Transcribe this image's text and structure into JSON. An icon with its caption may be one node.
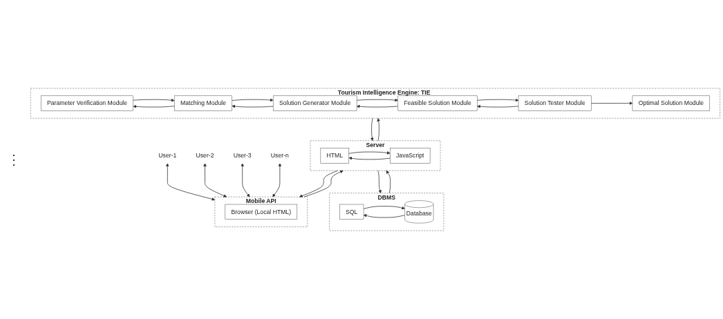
{
  "diagram": {
    "nodes": [
      {
        "text": [
          "User-1"
        ]
      },
      {
        "text": [
          "User-2"
        ]
      },
      {
        "text": [
          "User-3"
        ]
      },
      {
        "text": [
          "User-n"
        ]
      },
      {
        "text": [
          "Mobile API"
        ]
      },
      {
        "text": [
          "Browser (Local HTML)"
        ],
        "in": 4
      },
      {
        "text": [
          "Server"
        ]
      },
      {
        "text": [
          "HTML"
        ],
        "in": 6
      },
      {
        "text": [
          "JavaScript"
        ],
        "in": 6
      },
      {
        "text": [
          "DBMS"
        ]
      },
      {
        "text": [
          "SQL"
        ],
        "in": 9
      },
      {
        "text": [
          "Database"
        ],
        "in": 9
      },
      {
        "text": [
          "Tourism Intelligence Engine: TIE"
        ]
      },
      {
        "text": [
          "Optimal Solution Module"
        ],
        "in": 12
      },
      {
        "text": [
          "Parameter Verification Module"
        ],
        "in": 12
      },
      {
        "text": [
          "Matching Module"
        ],
        "in": 12
      },
      {
        "text": [
          "Solution Tester Module"
        ],
        "in": 12
      },
      {
        "text": [
          "Feasible Solution Module"
        ],
        "in": 12
      },
      {
        "text": [
          "Solution Generator Module"
        ],
        "in": 12
      }
    ],
    "edges": [
      {
        "from": 0,
        "to": 4,
        "arrow": "both"
      },
      {
        "from": 1,
        "to": 4,
        "arrow": "both"
      },
      {
        "from": 2,
        "to": 4,
        "arrow": "both"
      },
      {
        "from": 3,
        "to": 4,
        "arrow": "both"
      },
      {
        "from": 4,
        "to": 6,
        "arrow": "to"
      },
      {
        "from": 6,
        "to": 4,
        "arrow": "to"
      },
      {
        "from": 7,
        "to": 8,
        "arrow": "to"
      },
      {
        "from": 8,
        "to": 7,
        "arrow": "to"
      },
      {
        "from": 9,
        "to": 6,
        "arrow": "to"
      },
      {
        "from": 6,
        "to": 9,
        "arrow": "to"
      },
      {
        "from": 10,
        "to": 11,
        "arrow": "to"
      },
      {
        "from": 11,
        "to": 10,
        "arrow": "to"
      },
      {
        "from": 6,
        "to": 12,
        "arrow": "to"
      },
      {
        "from": 12,
        "to": 6,
        "arrow": "to"
      },
      {
        "from": 14,
        "to": 15,
        "arrow": "to"
      },
      {
        "from": 15,
        "to": 14,
        "arrow": "to"
      },
      {
        "from": 15,
        "to": 18,
        "arrow": "to"
      },
      {
        "from": 18,
        "to": 15,
        "arrow": "to"
      },
      {
        "from": 16,
        "to": 13,
        "arrow": "to"
      },
      {
        "from": 16,
        "to": 17,
        "arrow": "to"
      },
      {
        "from": 17,
        "to": 16,
        "arrow": "to"
      },
      {
        "from": 17,
        "to": 18,
        "arrow": "to"
      },
      {
        "from": 18,
        "to": 17,
        "arrow": "to"
      }
    ],
    "labels": [
      "⋮"
    ]
  }
}
